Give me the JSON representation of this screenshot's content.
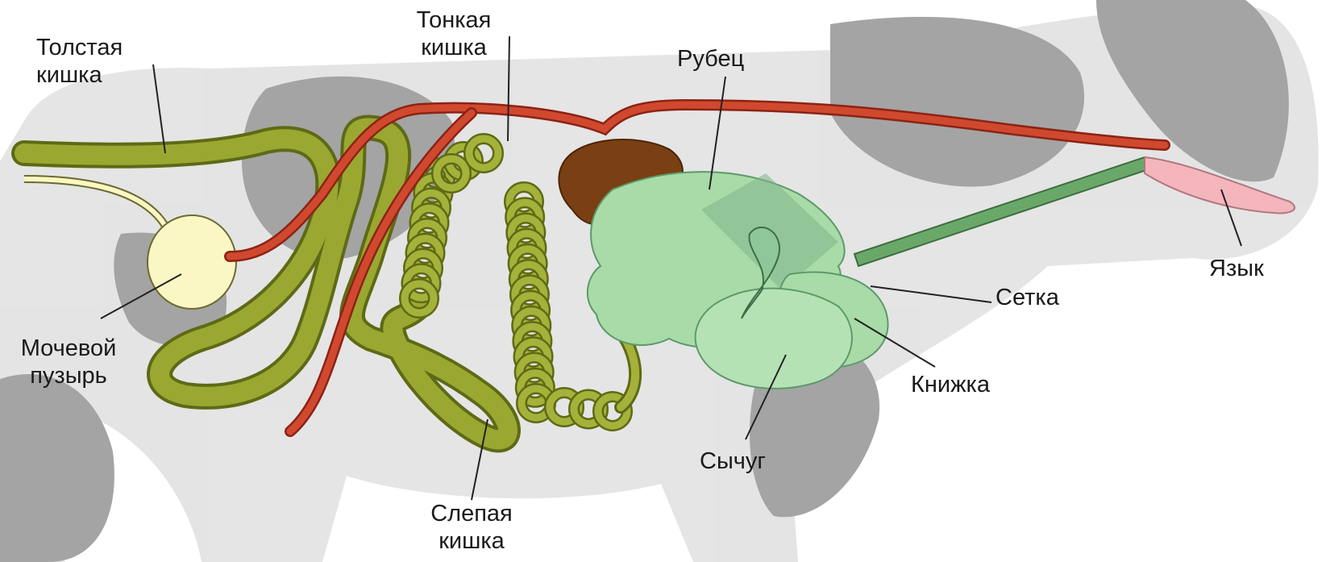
{
  "labels": {
    "large_intestine": [
      "Толстая",
      "кишка"
    ],
    "small_intestine": [
      "Тонкая",
      "кишка"
    ],
    "rumen": "Рубец",
    "tongue": "Язык",
    "reticulum": "Сетка",
    "omasum": "Книжка",
    "abomasum": "Сычуг",
    "cecum": [
      "Слепая",
      "кишка"
    ],
    "bladder": [
      "Мочевой",
      "пузырь"
    ]
  },
  "colors": {
    "intestine": "#8b9a2a",
    "intestine_light": "#a5b23a",
    "vessel": "#c2402a",
    "stomach": "#a8dba8",
    "stomach_dark": "#7fb58a",
    "esophagus": "#6aa86a",
    "liver": "#7a3f12",
    "bladder": "#fbf7c4",
    "tongue": "#f5b5bd",
    "cow_body": "#d3d3d3",
    "cow_patch": "#4a4a4a"
  }
}
